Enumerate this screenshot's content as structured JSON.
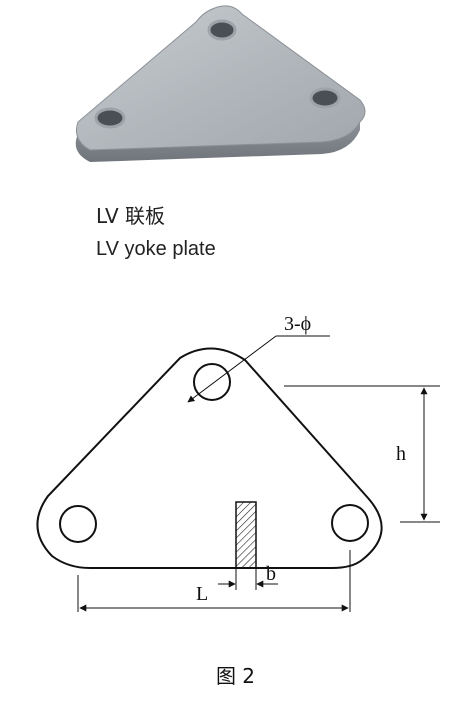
{
  "captions": {
    "chinese": "LV 联板",
    "english": "LV yoke plate"
  },
  "drawing": {
    "hole_label": "3-ϕ",
    "height_label": "h",
    "length_label": "L",
    "thickness_label": "b"
  },
  "figure_label": "图 2"
}
